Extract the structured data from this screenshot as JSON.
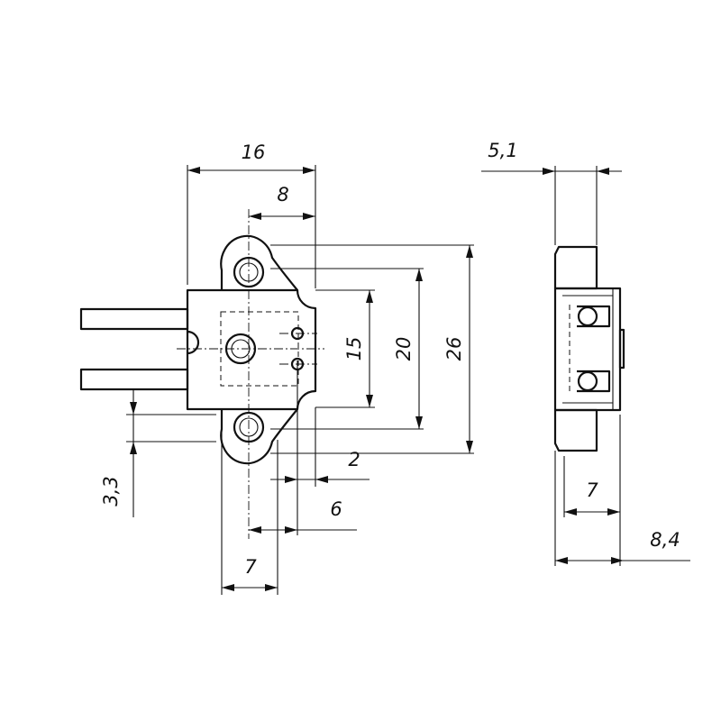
{
  "drawing": {
    "dimensions": {
      "overall_width": "16",
      "half_width": "8",
      "side_thickness": "5,1",
      "inner_height": "15",
      "body_height": "20",
      "overall_height": "26",
      "offset_2": "2",
      "pin_pitch": "6",
      "tab_width": "7",
      "pin_offset": "3,3",
      "side_depth": "7",
      "side_overall": "8,4"
    }
  }
}
